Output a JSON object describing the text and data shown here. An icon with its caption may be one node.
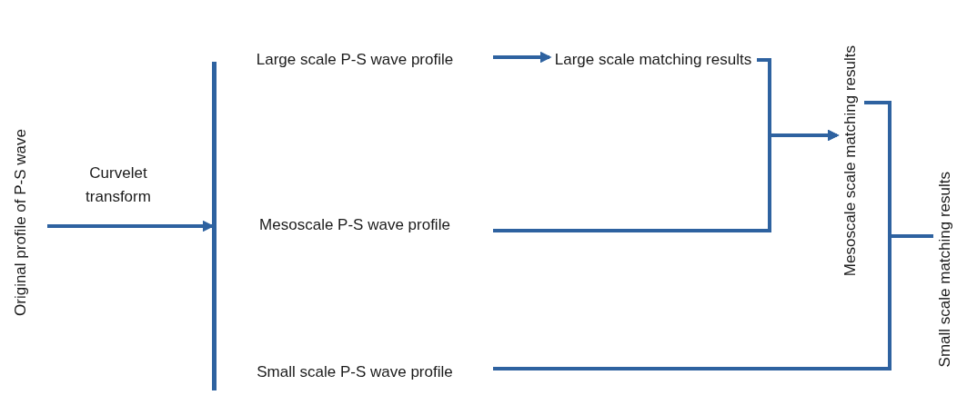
{
  "diagram": {
    "nodes": [
      {
        "text": [
          "Original profile of P-S wave"
        ]
      },
      {
        "text": [],
        "shape": "bar"
      },
      {
        "text": [
          "Large scale P-S wave profile"
        ]
      },
      {
        "text": [
          "Mesoscale P-S wave profile"
        ]
      },
      {
        "text": [
          "Small scale P-S wave profile"
        ]
      },
      {
        "text": [
          "Large scale matching results"
        ]
      },
      {
        "text": [
          "Mesoscale scale matching results"
        ]
      },
      {
        "text": [
          "Small scale matching results"
        ]
      }
    ],
    "edges": [
      {
        "from": 0,
        "to": 1,
        "arrow": "to",
        "label": "Curvelet transform"
      },
      {
        "from": 2,
        "to": 5,
        "arrow": "to"
      },
      {
        "from": 5,
        "to": 6,
        "arrow": "to"
      },
      {
        "from": 3,
        "to": 6,
        "arrow": "to"
      },
      {
        "from": 6,
        "to": 7,
        "arrow": "none"
      },
      {
        "from": 4,
        "to": 7,
        "arrow": "none"
      }
    ]
  }
}
